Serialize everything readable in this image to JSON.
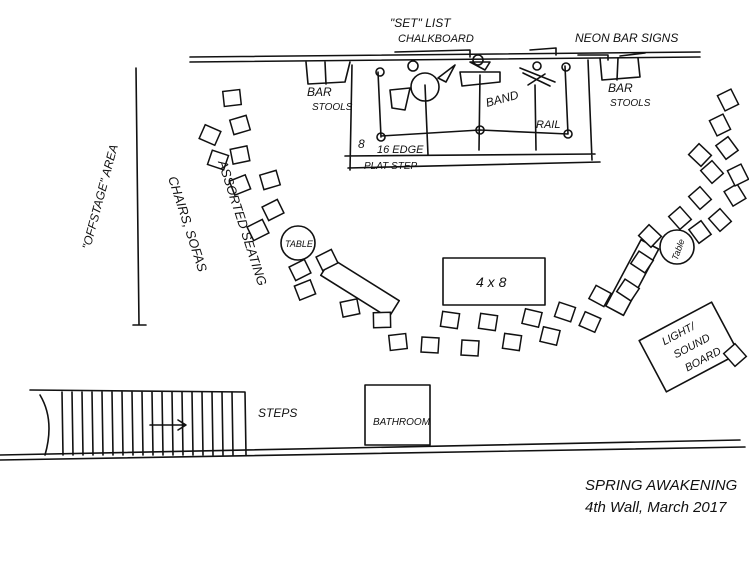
{
  "title": "SPRING AWAKENING",
  "subtitle": "4th Wall, March 2017",
  "labels": {
    "set_list_1": "\"SET\" LIST",
    "set_list_2": "CHALKBOARD",
    "neon": "NEON BAR SIGNS",
    "bar_left_1": "BAR",
    "bar_left_2": "STOOLS",
    "bar_right_1": "BAR",
    "bar_right_2": "STOOLS",
    "band": "BAND",
    "rail": "RAIL",
    "eight": "8",
    "edge": "16  EDGE",
    "plat_step": "PLAT STEP",
    "offstage": "\"OFFSTAGE\" AREA",
    "seating_1": "ASSORTED SEATING",
    "seating_2": "CHAIRS, SOFAS",
    "table_left": "TABLE",
    "table_right": "Table",
    "platform": "4 x 8",
    "light_1": "LIGHT/",
    "light_2": "SOUND",
    "light_3": "BOARD",
    "steps": "STEPS",
    "bathroom": "BATHROOM"
  },
  "colors": {
    "ink": "#111111",
    "paper": "#ffffff"
  }
}
